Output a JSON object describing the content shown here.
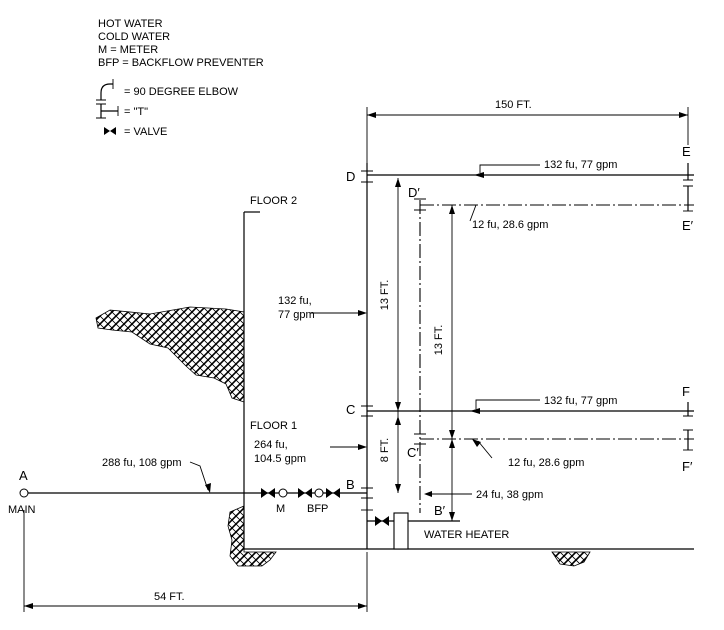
{
  "legend": {
    "line1": "HOT WATER",
    "line2": "COLD WATER",
    "line3": "M = METER",
    "line4": "BFP = BACKFLOW PREVENTER",
    "elbow": "= 90 DEGREE ELBOW",
    "tee": "= \"T\"",
    "valve": "= VALVE"
  },
  "points": {
    "A": "A",
    "B": "B",
    "B_prime": "B′",
    "C": "C",
    "C_prime": "C′",
    "D": "D",
    "D_prime": "D′",
    "E": "E",
    "E_prime": "E′",
    "F": "F",
    "F_prime": "F′"
  },
  "labels": {
    "main": "MAIN",
    "floor2": "FLOOR 2",
    "floor1": "FLOOR 1",
    "meter": "M",
    "bfp": "BFP",
    "water_heater": "WATER HEATER"
  },
  "dimensions": {
    "top_span": "150 FT.",
    "bottom_span": "54 FT.",
    "riser_d_to_c": "13 FT.",
    "riser_dp_to_bp": "13 FT.",
    "riser_c_to_b": "8 FT."
  },
  "flows": {
    "d_to_e": "132 fu, 77 gpm",
    "dp_to_ep": "12 fu, 28.6 gpm",
    "riser_line1": "132 fu,",
    "riser_line2": "77 gpm",
    "c_to_f": "132 fu, 77 gpm",
    "cp_to_fp": "12 fu, 28.6 gpm",
    "floor1_line1": "264 fu,",
    "floor1_line2": "104.5 gpm",
    "main": "288 fu, 108 gpm",
    "b_to_bp": "24 fu, 38 gpm"
  }
}
